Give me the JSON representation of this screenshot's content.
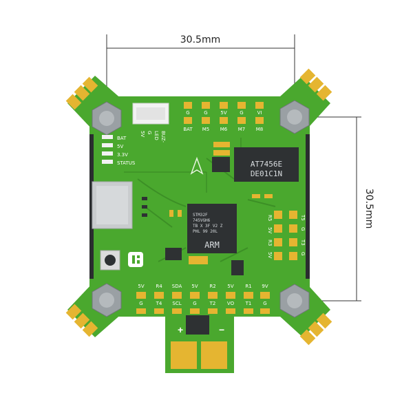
{
  "dimensions": {
    "horizontal": "30.5mm",
    "vertical": "30.5mm"
  },
  "colors": {
    "pcb": "#4aa82e",
    "pcb_dark": "#3c8f26",
    "pad": "#e5b531",
    "chip": "#2e3133",
    "screw": "#9aa0a4"
  },
  "pads_top_row": [
    "G",
    "G",
    "5V",
    "G",
    "VI"
  ],
  "pads_second_row": [
    "BAT",
    "M5",
    "M6",
    "M7",
    "M8"
  ],
  "led_labels": [
    "BAT",
    "5V",
    "3.3V",
    "STATUS"
  ],
  "connector_labels": [
    "5V",
    "G",
    "LED",
    "BUZ-"
  ],
  "right_pads": [
    "R5",
    "T5",
    "5V",
    "G",
    "R3",
    "T3",
    "5V",
    "G"
  ],
  "bottom_row_top": [
    "5V",
    "R4",
    "SDA",
    "5V",
    "R2",
    "5V",
    "R1",
    "9V"
  ],
  "bottom_row_bottom": [
    "G",
    "T4",
    "SCL",
    "G",
    "T2",
    "VO",
    "T1",
    "G"
  ],
  "power_labels": {
    "plus": "+",
    "minus": "−"
  },
  "osd_chip": {
    "line1": "AT7456E",
    "line2": "DE01C1N"
  },
  "mcu_chip": {
    "line1": "STM32F",
    "line2": "745VGH6",
    "line3": "TB X 3F V2 Z",
    "line4": "PHL 99 20L",
    "brand": "ARM"
  }
}
